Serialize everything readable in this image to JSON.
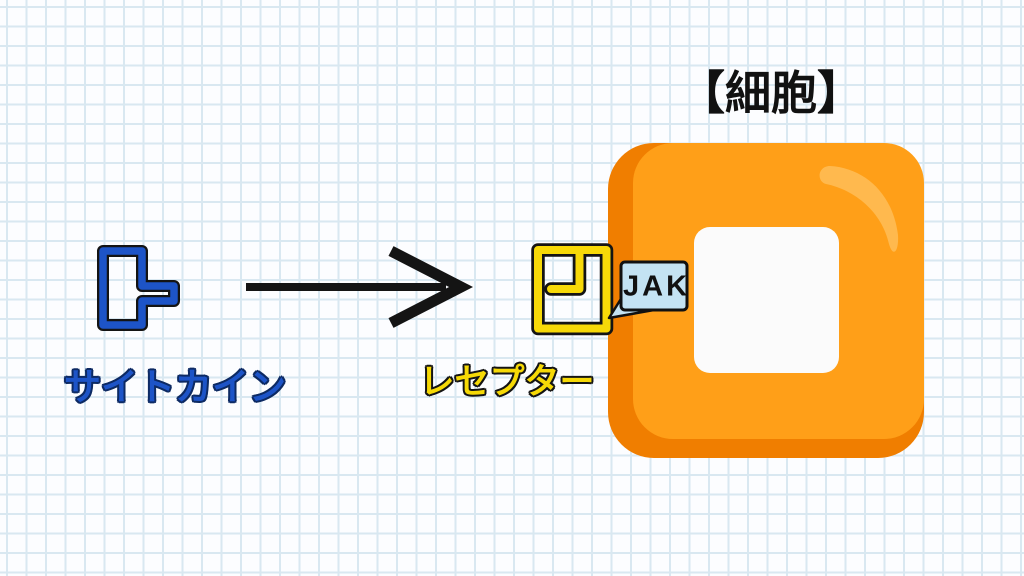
{
  "diagram": {
    "title": "【細胞】",
    "cytokine": {
      "label": "サイトカイン",
      "color": "#1d54c7",
      "label_color": "#1d54c7",
      "label_outline_color": "#0d2a63"
    },
    "arrow": {
      "color": "#141414",
      "direction": "right"
    },
    "receptor": {
      "label": "レセプター",
      "color": "#f7d908",
      "label_color": "#f6d906",
      "label_outline_color": "#141414"
    },
    "jak": {
      "label": "JAK",
      "bubble_color": "#c4e3f3",
      "text_color": "#111111"
    },
    "cell": {
      "body_color": "#ff9f18",
      "shade_color": "#f07e00",
      "highlight_color": "#ffb94e",
      "nucleus_color": "#fbfbfb"
    },
    "background": {
      "base_color": "#fcfdff",
      "grid_color": "#d9e8f1"
    }
  }
}
